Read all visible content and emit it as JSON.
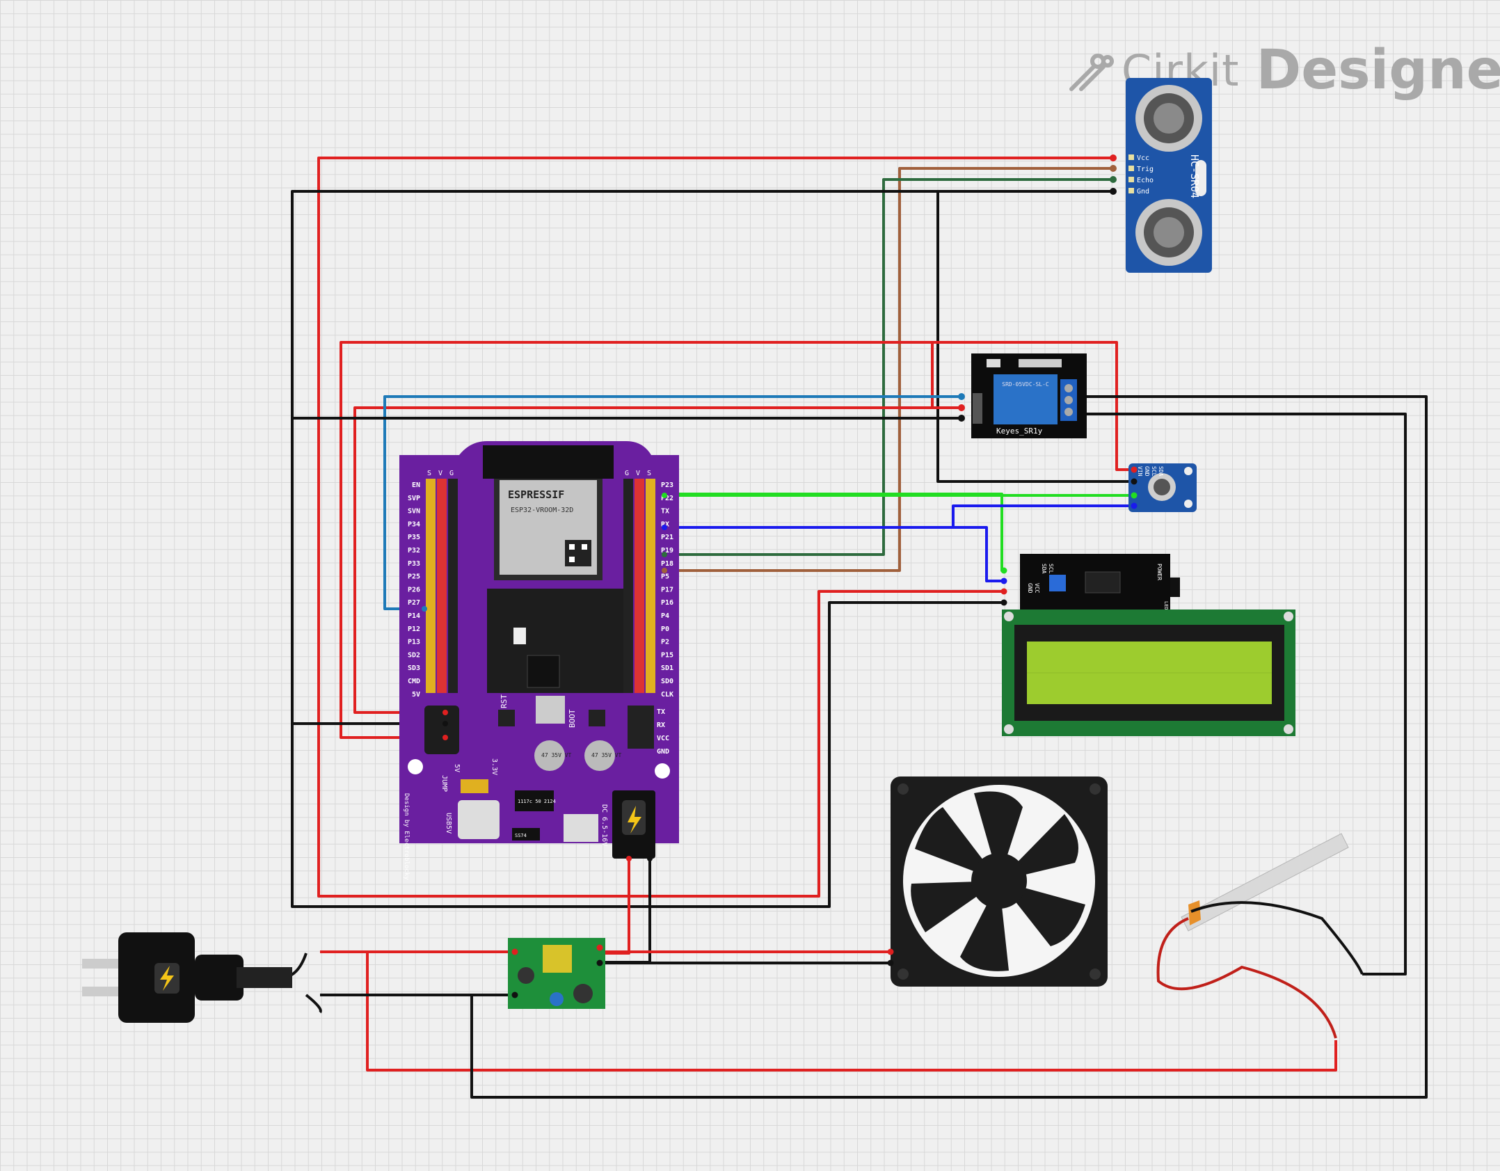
{
  "brand": {
    "word1": "Cirkit",
    "word2": "Designer"
  },
  "sensor": {
    "model": "HC-SR04",
    "pins": [
      "Vcc",
      "Trig",
      "Echo",
      "Gnd"
    ]
  },
  "relay": {
    "name": "Keyes_SR1y",
    "relay_text": "SRD-05VDC-SL-C"
  },
  "temp_sensor": {
    "pins": [
      "VIN",
      "GND",
      "SCL",
      "SDA"
    ]
  },
  "lcd_i2c": {
    "pins": [
      "GND",
      "VCC",
      "SDA",
      "SCL"
    ],
    "power_label": "POWER",
    "led_label": "LED"
  },
  "esp32": {
    "module_brand": "ESPRESSIF",
    "module_name": "ESP32-VROOM-32D",
    "left_header": [
      "S",
      "V",
      "G"
    ],
    "right_header": [
      "G",
      "V",
      "S"
    ],
    "left_pins": [
      "EN",
      "SVP",
      "SVN",
      "P34",
      "P35",
      "P32",
      "P33",
      "P25",
      "P26",
      "P27",
      "P14",
      "P12",
      "P13",
      "SD2",
      "SD3",
      "CMD",
      "5V"
    ],
    "right_pins": [
      "P23",
      "P22",
      "TX",
      "RX",
      "P21",
      "P19",
      "P18",
      "P5",
      "P17",
      "P16",
      "P4",
      "P0",
      "P2",
      "P15",
      "SD1",
      "SD0",
      "CLK"
    ],
    "uart_pins": [
      "TX",
      "RX",
      "VCC",
      "GND"
    ],
    "rst": "RST",
    "boot": "BOOT",
    "v33": "3.3V",
    "v5": "5V",
    "jump": "JUMP",
    "usb5v": "USB5V",
    "dc": "DC 6.5-16V",
    "design": "Design by Electroblocky",
    "cap1": "47 35V VT",
    "cap2": "47 35V VT",
    "reg": "1117c 50 2124",
    "diode": "SS74"
  },
  "colors": {
    "red": "#e02020",
    "black": "#111111",
    "brown": "#a0603c",
    "green_dark": "#2e6b3e",
    "green": "#22dd22",
    "blue": "#1a1aee",
    "teal": "#1e7ab8",
    "board": "#6a1fa0"
  }
}
